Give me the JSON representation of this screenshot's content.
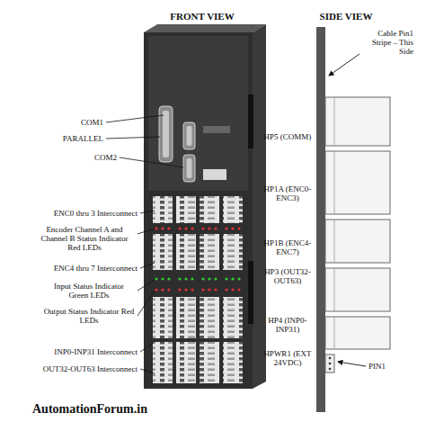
{
  "diagram": {
    "labels": [
      "FRONT VIEW",
      "SIDE VIEW",
      "COM1",
      "PARALLEL",
      "COM2",
      "ENC0 thru 3 Interconnect",
      "Encoder Channel A and Channel B Status Indicator Red LEDs",
      "ENC4 thru 7 Interconnect",
      "Input Status Indicator Green LEDs",
      "Output Status Indicator Red LEDs",
      "INP0-INP31 Interconnect",
      "OUT32-OUT63 Interconnect",
      "HP5 (COMM)",
      "HP1A (ENC0-ENC3)",
      "HP1B (ENC4-ENC7)",
      "HP3 (OUT32-OUT63)",
      "HP4 (INP0-INP31)",
      "HPWR1 (EXT 24VDC)",
      "Cable Pin1 Stripe – This Side",
      "PIN1",
      "AutomationForum.in"
    ]
  }
}
